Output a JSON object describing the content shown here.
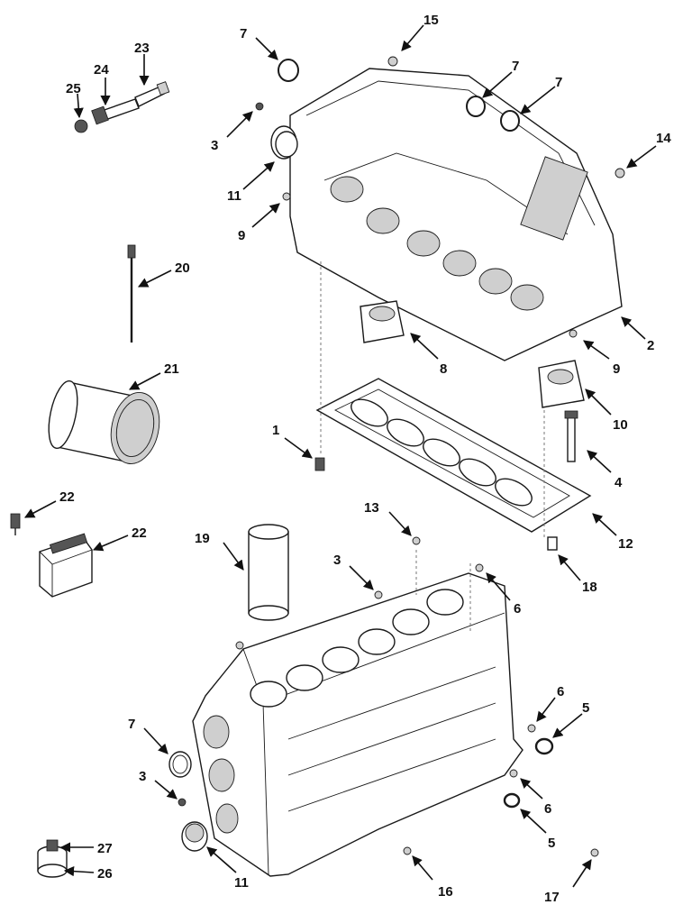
{
  "callouts": [
    {
      "id": "c1",
      "text": "23"
    },
    {
      "id": "c2",
      "text": "24"
    },
    {
      "id": "c3",
      "text": "25"
    },
    {
      "id": "c4",
      "text": "7"
    },
    {
      "id": "c5",
      "text": "15"
    },
    {
      "id": "c6",
      "text": "7"
    },
    {
      "id": "c7",
      "text": "7"
    },
    {
      "id": "c8",
      "text": "3"
    },
    {
      "id": "c9",
      "text": "14"
    },
    {
      "id": "c10",
      "text": "11"
    },
    {
      "id": "c11",
      "text": "9"
    },
    {
      "id": "c12",
      "text": "20"
    },
    {
      "id": "c13",
      "text": "2"
    },
    {
      "id": "c14",
      "text": "8"
    },
    {
      "id": "c15",
      "text": "9"
    },
    {
      "id": "c16",
      "text": "21"
    },
    {
      "id": "c17",
      "text": "10"
    },
    {
      "id": "c18",
      "text": "1"
    },
    {
      "id": "c19",
      "text": "4"
    },
    {
      "id": "c20",
      "text": "22"
    },
    {
      "id": "c21",
      "text": "22"
    },
    {
      "id": "c22",
      "text": "13"
    },
    {
      "id": "c23",
      "text": "12"
    },
    {
      "id": "c24",
      "text": "19"
    },
    {
      "id": "c25",
      "text": "3"
    },
    {
      "id": "c26",
      "text": "18"
    },
    {
      "id": "c27",
      "text": "6"
    },
    {
      "id": "c28",
      "text": "6"
    },
    {
      "id": "c29",
      "text": "5"
    },
    {
      "id": "c30",
      "text": "7"
    },
    {
      "id": "c31",
      "text": "3"
    },
    {
      "id": "c32",
      "text": "6"
    },
    {
      "id": "c33",
      "text": "5"
    },
    {
      "id": "c34",
      "text": "27"
    },
    {
      "id": "c35",
      "text": "26"
    },
    {
      "id": "c36",
      "text": "11"
    },
    {
      "id": "c37",
      "text": "16"
    },
    {
      "id": "c38",
      "text": "17"
    }
  ]
}
